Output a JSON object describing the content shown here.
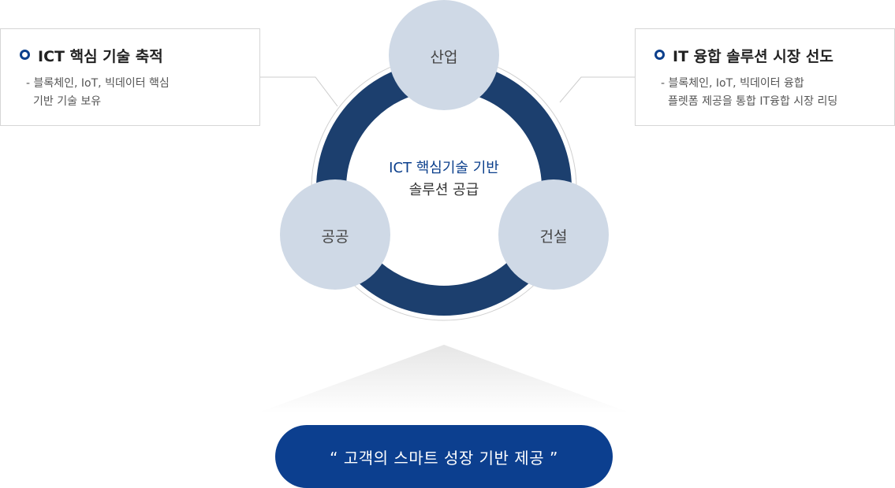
{
  "left_box": {
    "title": "ICT 핵심 기술 축적",
    "desc_line1": "- 블록체인, IoT, 빅데이터 핵심",
    "desc_line2": "기반 기술 보유"
  },
  "right_box": {
    "title": "IT 융합 솔루션 시장 선도",
    "desc_line1": "- 블록체인, IoT, 빅데이터 융합",
    "desc_line2": "플렛폼 제공을 통합 IT융합 시장 리딩"
  },
  "nodes": {
    "top": "산업",
    "left": "공공",
    "right": "건설"
  },
  "center": {
    "line1": "ICT 핵심기술 기반",
    "line2": "솔루션 공급"
  },
  "slogan": "“ 고객의 스마트 성장 기반 제공 ”",
  "colors": {
    "ring": "#1c3f6e",
    "node": "#cfd9e6",
    "accent": "#0c3f8f"
  }
}
